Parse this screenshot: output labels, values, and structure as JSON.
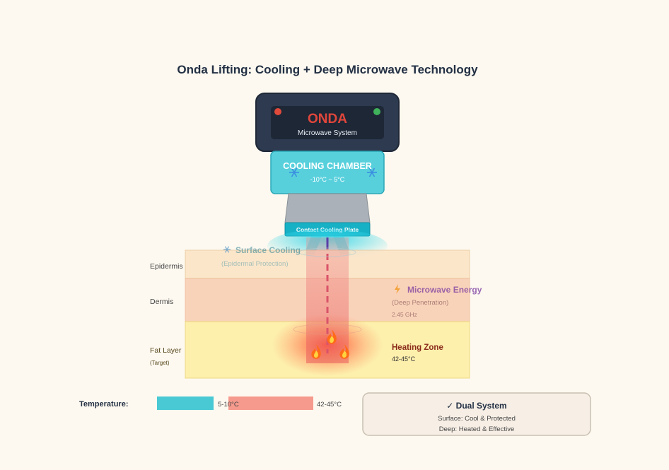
{
  "title": "Onda Lifting: Cooling + Deep Microwave Technology",
  "device": {
    "brand": "ONDA",
    "subtitle": "Microwave System",
    "chamber_title": "COOLING CHAMBER",
    "chamber_temp": "-10°C ~ 5°C",
    "plate_label": "Contact Cooling Plate",
    "colors": {
      "housing": "#2d3a4f",
      "brand": "#e0463b",
      "chamber": "#58d0dc",
      "plate": "#17b1c6"
    }
  },
  "layers": [
    {
      "label": "Epidermis",
      "color": "#fbe3c4"
    },
    {
      "label": "Dermis",
      "color": "#f9cdb0"
    },
    {
      "label": "Fat Layer",
      "sub": "(Target)",
      "color": "#fdeea5"
    }
  ],
  "annotations": {
    "cooling": {
      "icon": "snowflake-icon",
      "title": "Surface Cooling",
      "sub": "(Epidermal Protection)"
    },
    "microwave": {
      "icon": "lightning-icon",
      "title": "Microwave Energy",
      "sub": "(Deep Penetration)",
      "freq": "2.45 GHz"
    },
    "heating": {
      "icon": "flame-icon",
      "title": "Heating Zone",
      "temp": "42-45°C"
    }
  },
  "legend": {
    "title": "Temperature:",
    "items": [
      {
        "label": "5-10°C",
        "color": "#49c9d4"
      },
      {
        "label": "42-45°C",
        "color": "#f69a8d"
      }
    ]
  },
  "summary": {
    "title": "✓ Dual System",
    "line1": "Surface: Cool & Protected",
    "line2": "Deep: Heated & Effective"
  }
}
